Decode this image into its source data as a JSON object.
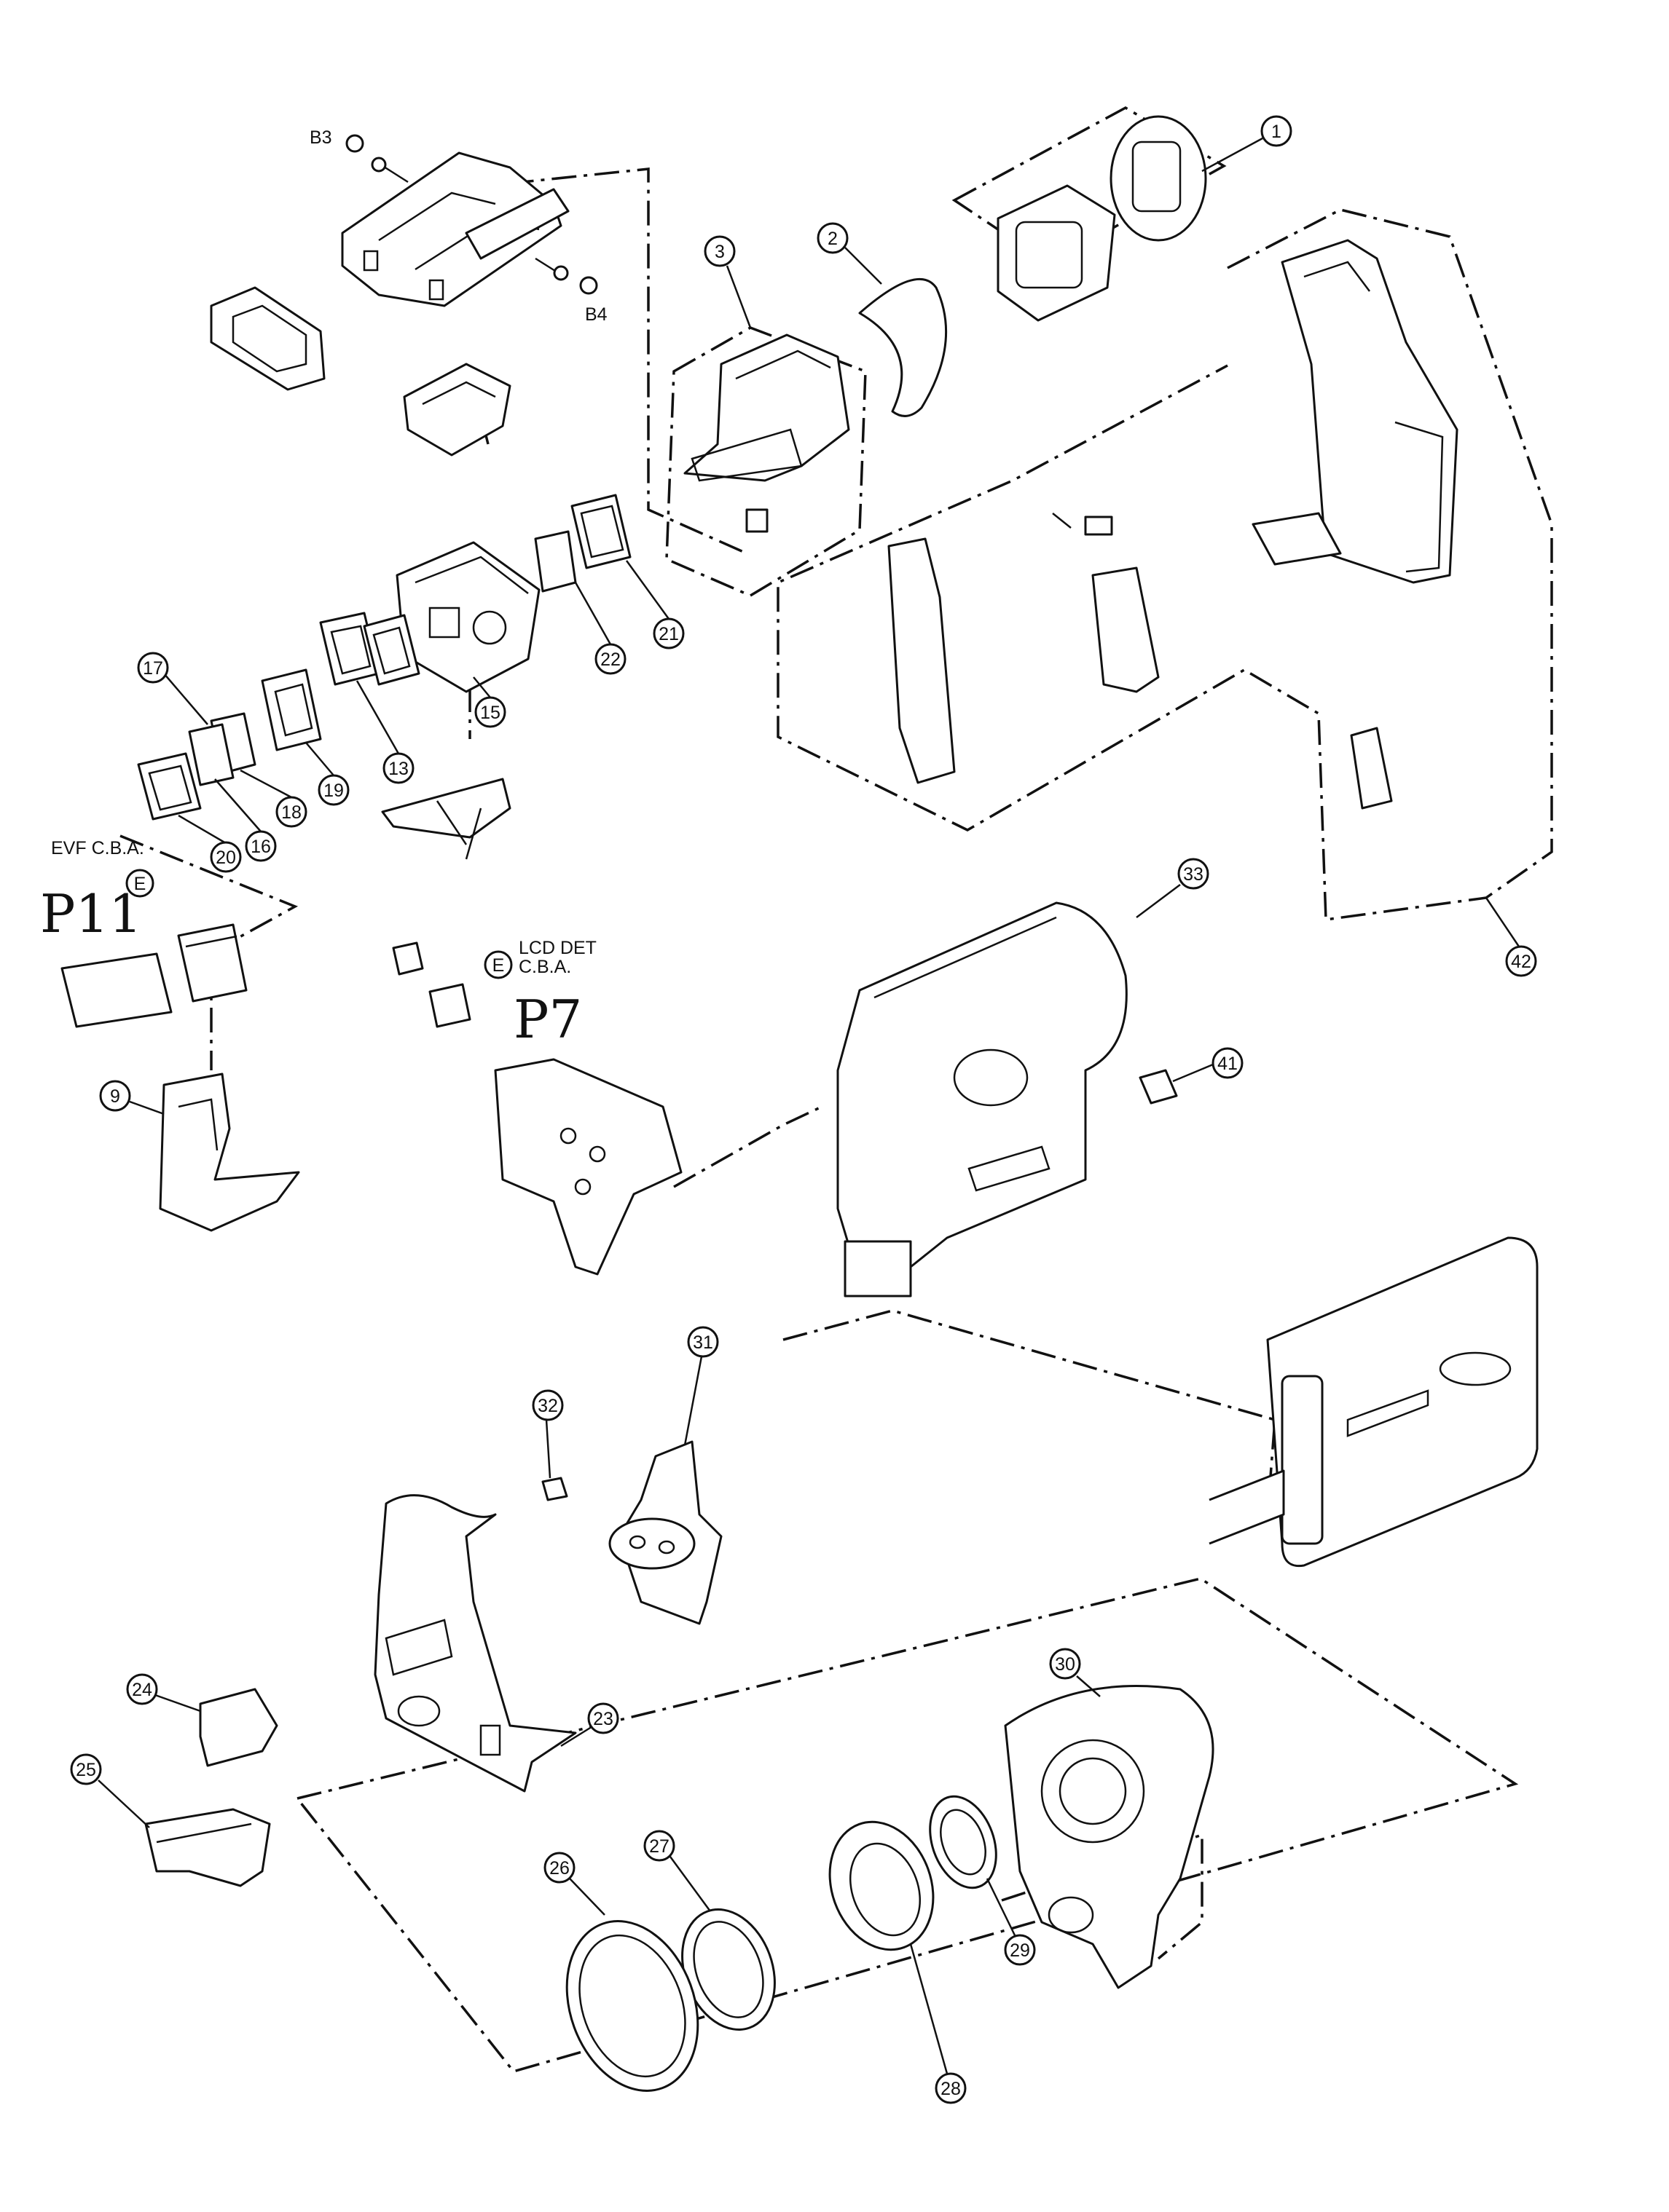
{
  "callouts": [
    {
      "id": "1",
      "label": "1"
    },
    {
      "id": "2",
      "label": "2"
    },
    {
      "id": "3",
      "label": "3"
    },
    {
      "id": "9",
      "label": "9"
    },
    {
      "id": "13",
      "label": "13"
    },
    {
      "id": "15",
      "label": "15"
    },
    {
      "id": "16",
      "label": "16"
    },
    {
      "id": "17",
      "label": "17"
    },
    {
      "id": "18",
      "label": "18"
    },
    {
      "id": "19",
      "label": "19"
    },
    {
      "id": "20",
      "label": "20"
    },
    {
      "id": "21",
      "label": "21"
    },
    {
      "id": "22",
      "label": "22"
    },
    {
      "id": "23",
      "label": "23"
    },
    {
      "id": "24",
      "label": "24"
    },
    {
      "id": "25",
      "label": "25"
    },
    {
      "id": "26",
      "label": "26"
    },
    {
      "id": "27",
      "label": "27"
    },
    {
      "id": "28",
      "label": "28"
    },
    {
      "id": "29",
      "label": "29"
    },
    {
      "id": "30",
      "label": "30"
    },
    {
      "id": "31",
      "label": "31"
    },
    {
      "id": "32",
      "label": "32"
    },
    {
      "id": "33",
      "label": "33"
    },
    {
      "id": "41",
      "label": "41"
    },
    {
      "id": "42",
      "label": "42"
    }
  ],
  "screws": {
    "b3": "B3",
    "b4": "B4"
  },
  "boards": {
    "evf": {
      "label": "EVF C.B.A.",
      "marker": "E",
      "handwritten": "P11"
    },
    "lcd": {
      "label_line1": "LCD DET",
      "label_line2": "C.B.A.",
      "marker": "E",
      "handwritten": "P7"
    }
  },
  "colors": {
    "ink": "#111111",
    "paper": "#ffffff"
  }
}
